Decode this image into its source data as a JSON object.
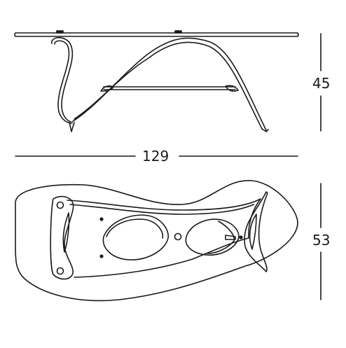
{
  "dimensions": {
    "height": "45",
    "length": "129",
    "depth": "53"
  },
  "style": {
    "line_color": "#1a1a1a",
    "background": "#ffffff"
  }
}
